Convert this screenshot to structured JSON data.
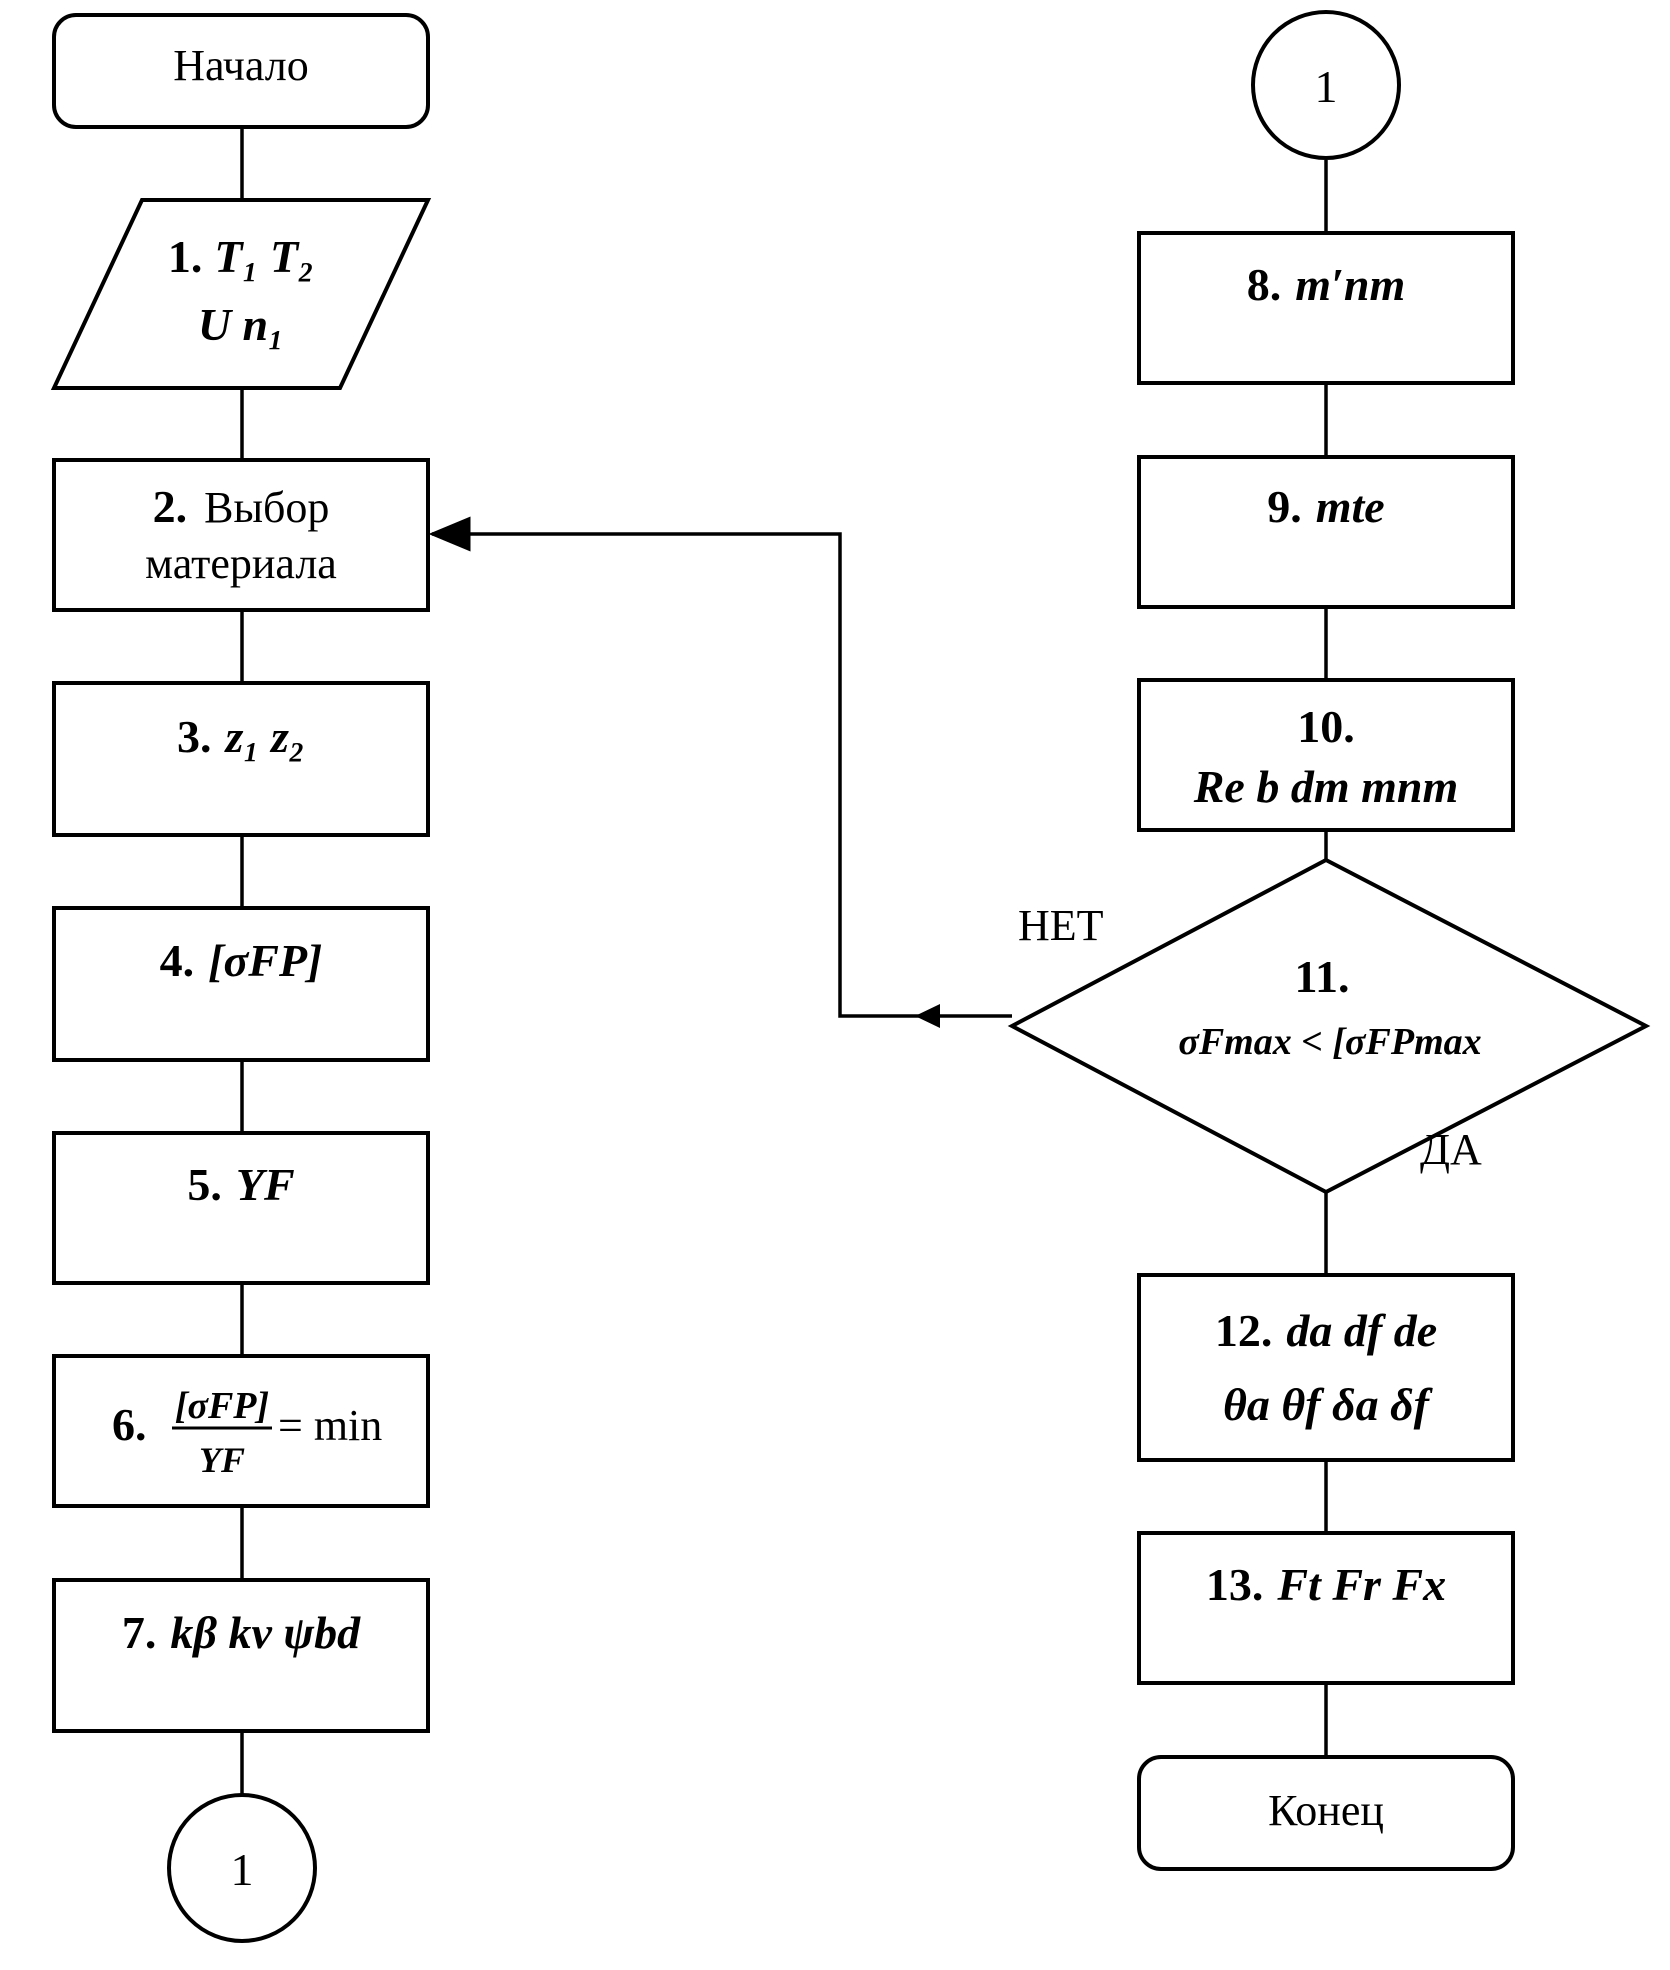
{
  "start_label": "Начало",
  "end_label": "Конец",
  "connector_label": "1",
  "decision_labels": {
    "no": "НЕТ",
    "yes": "ДА"
  },
  "blocks": {
    "b1": {
      "num": "1.",
      "line1": "T₁  T₂",
      "line2": "U  n₁"
    },
    "b2": {
      "num": "2.",
      "line1": "Выбор",
      "line2": "материала"
    },
    "b3": {
      "num": "3.",
      "line1": "z₁  z₂"
    },
    "b4": {
      "num": "4.",
      "line1": "[σFP]"
    },
    "b5": {
      "num": "5.",
      "line1": "YF"
    },
    "b6": {
      "num": "6.",
      "numerator": "[σFP]",
      "denominator": "YF",
      "rhs": "= min"
    },
    "b7": {
      "num": "7.",
      "line1": "kβ  kv ψbd"
    },
    "b8": {
      "num": "8.",
      "line1": "m′nm"
    },
    "b9": {
      "num": "9.",
      "line1": "mte"
    },
    "b10": {
      "num": "10.",
      "line1": "Re b dm mnm"
    },
    "b11": {
      "num": "11.",
      "line1": "σFmax < [σFPmax"
    },
    "b12": {
      "num": "12.",
      "line1": "da df de",
      "line2": "θa θf δa δf"
    },
    "b13": {
      "num": "13.",
      "line1": "Ft Fr Fx"
    }
  }
}
